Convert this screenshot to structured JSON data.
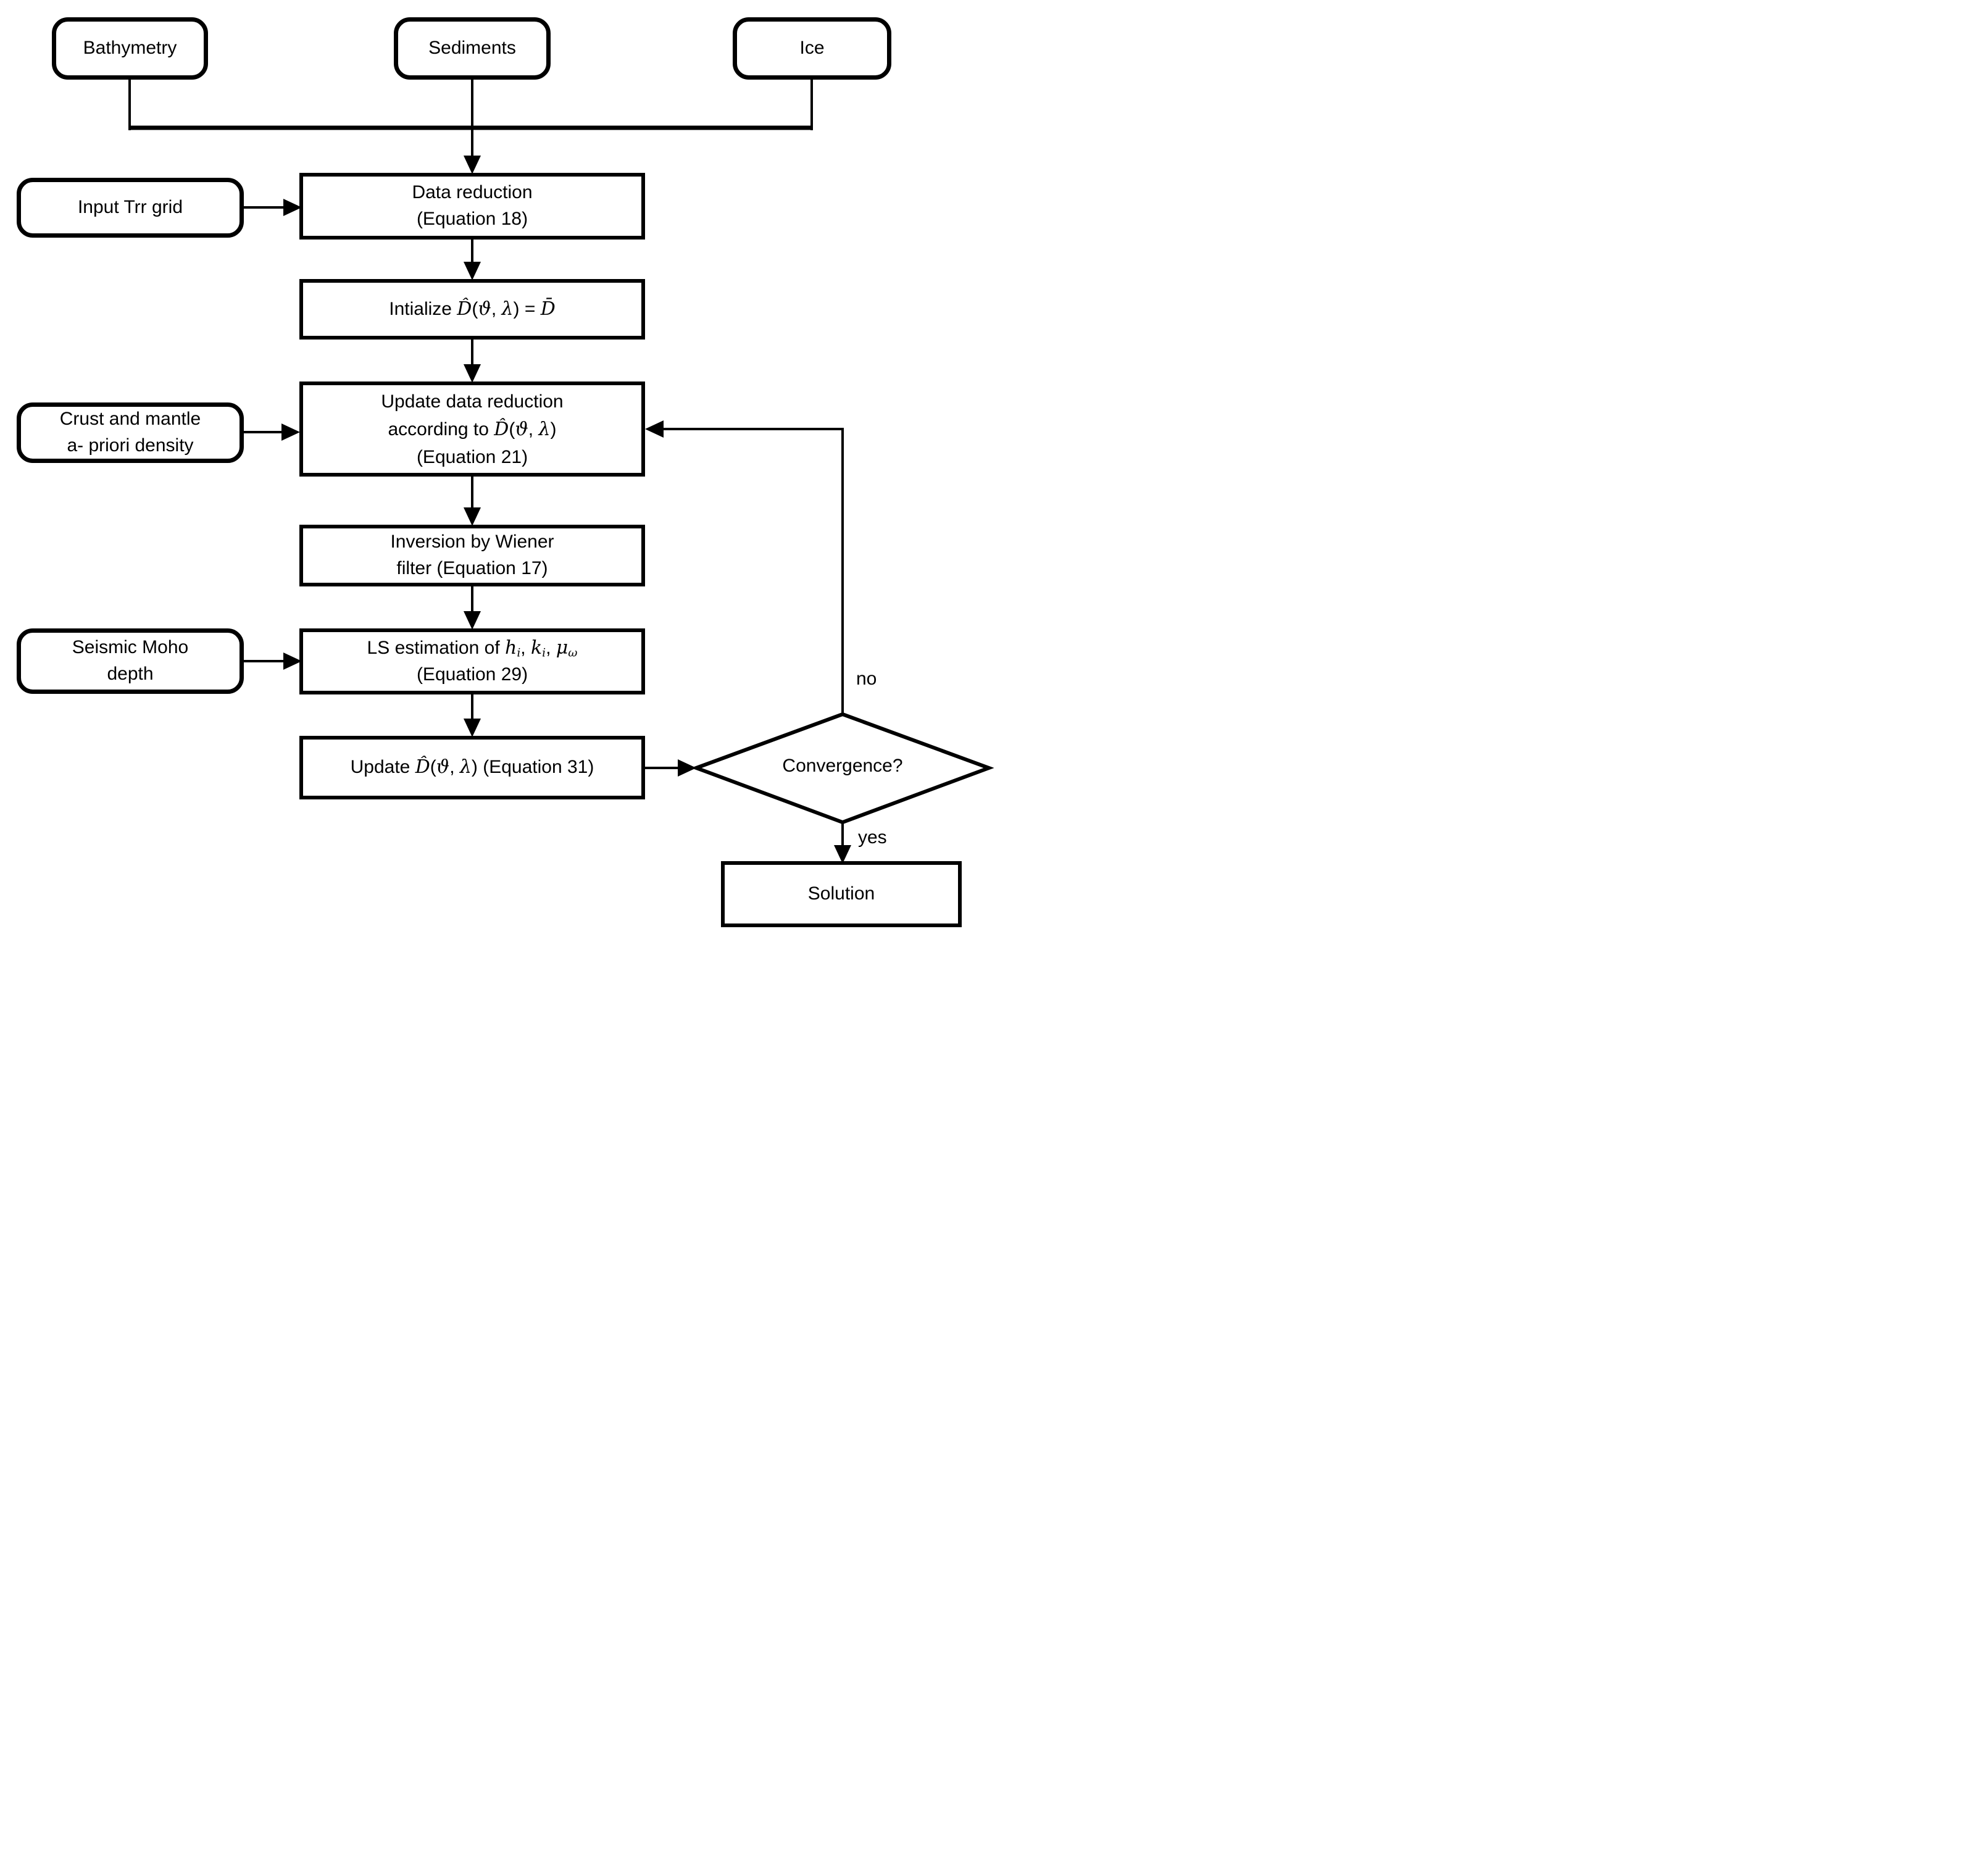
{
  "diagram": {
    "colors": {
      "stroke": "#000000",
      "background": "#ffffff",
      "box_fill": "#ffffff"
    },
    "sources": [
      {
        "label": "Bathymetry"
      },
      {
        "label": "Sediments"
      },
      {
        "label": "Ice"
      }
    ],
    "inputs": {
      "trr_grid": {
        "label": "Input Trr grid"
      },
      "crust_mantle": {
        "line1": "Crust and mantle",
        "line2": "a- priori density"
      },
      "seismic_moho": {
        "line1": "Seismic Moho",
        "line2": "depth"
      }
    },
    "steps": {
      "data_reduction": {
        "line1": "Data reduction",
        "line2": "(Equation 18)"
      },
      "initialize": {
        "line1_html": "Intialize <span class='m'>D&#770;</span>(<span class='m'>&#977;</span>, <span class='m'>&#955;</span>) = <span class='m'>D&#772;</span>"
      },
      "update_reduction": {
        "line1": "Update data reduction",
        "line2_html": "according to <span class='m'>D&#770;</span>(<span class='m'>&#977;</span>, <span class='m'>&#955;</span>)",
        "line3": "(Equation 21)"
      },
      "inversion": {
        "line1": "Inversion by Wiener",
        "line2": "filter (Equation 17)"
      },
      "ls_estimation": {
        "line1_html": "LS estimation of <span class='m'>h</span><sub>i</sub>, <span class='m'>k</span><sub>i</sub>, <span class='m'>&#956;</span><sub>&#969;</sub>",
        "line2": "(Equation 29)"
      },
      "update_density": {
        "line1_html": "Update <span class='m'>D&#770;</span>(<span class='m'>&#977;</span>, <span class='m'>&#955;</span>) (Equation 31)"
      }
    },
    "decision": {
      "label": "Convergence?",
      "no_label": "no",
      "yes_label": "yes"
    },
    "result": {
      "label": "Solution"
    }
  }
}
